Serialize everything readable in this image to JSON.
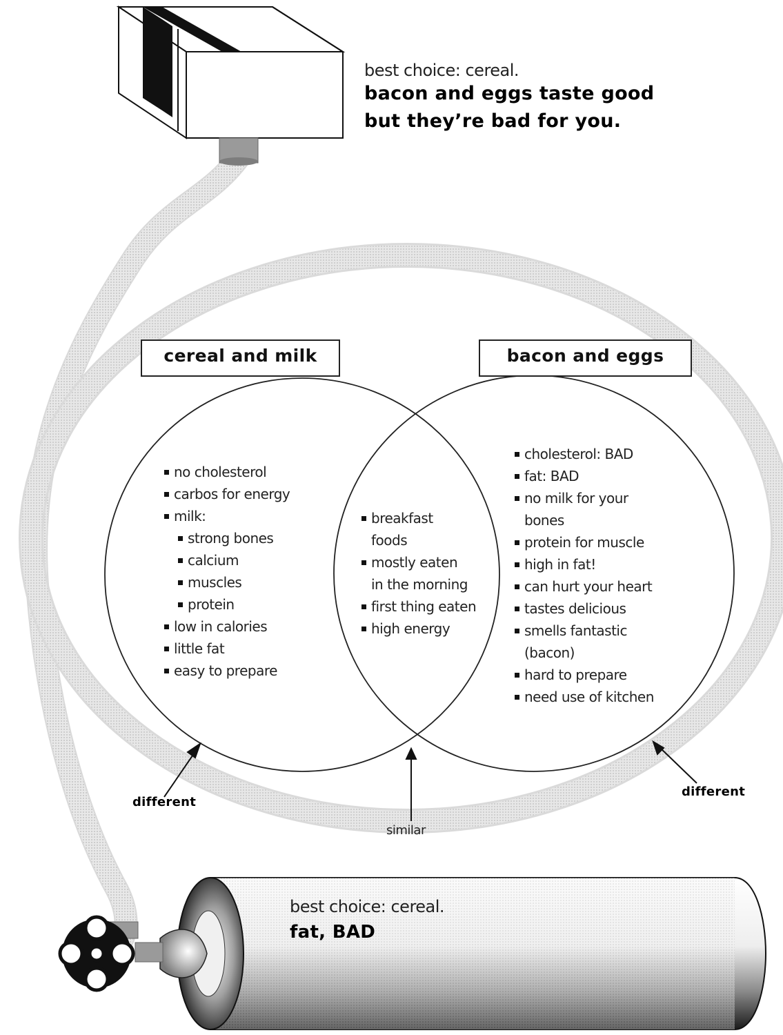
{
  "top_note": {
    "line1": "best choice: cereal.",
    "line2": "bacon and eggs taste good",
    "line3": "but they’re bad for you."
  },
  "venn": {
    "left_title": "cereal and milk",
    "right_title": "bacon and eggs",
    "left_items": [
      {
        "text": "no cholesterol",
        "level": 0
      },
      {
        "text": "carbos for energy",
        "level": 0
      },
      {
        "text": "milk:",
        "level": 0
      },
      {
        "text": "strong bones",
        "level": 1
      },
      {
        "text": "calcium",
        "level": 1
      },
      {
        "text": "muscles",
        "level": 1
      },
      {
        "text": "protein",
        "level": 1
      },
      {
        "text": "low in calories",
        "level": 0
      },
      {
        "text": "little fat",
        "level": 0
      },
      {
        "text": "easy to prepare",
        "level": 0
      }
    ],
    "middle_items": [
      {
        "text": "breakfast",
        "cont": false
      },
      {
        "text": "foods",
        "cont": true
      },
      {
        "text": "mostly eaten",
        "cont": false
      },
      {
        "text": "in the morning",
        "cont": true
      },
      {
        "text": "first thing eaten",
        "cont": false
      },
      {
        "text": "high energy",
        "cont": false
      }
    ],
    "right_items": [
      {
        "text": "cholesterol: BAD",
        "cont": false
      },
      {
        "text": "fat: BAD",
        "cont": false
      },
      {
        "text": "no milk for your",
        "cont": false
      },
      {
        "text": "bones",
        "cont": true
      },
      {
        "text": "protein for muscle",
        "cont": false
      },
      {
        "text": "high in fat!",
        "cont": false
      },
      {
        "text": "can hurt your heart",
        "cont": false
      },
      {
        "text": "tastes delicious",
        "cont": false
      },
      {
        "text": "smells fantastic",
        "cont": false
      },
      {
        "text": "(bacon)",
        "cont": true
      },
      {
        "text": "hard to prepare",
        "cont": false
      },
      {
        "text": "need use of kitchen",
        "cont": false
      }
    ],
    "label_left": "different",
    "label_middle": "similar",
    "label_right": "different"
  },
  "bottom_note": {
    "line1": "best choice: cereal.",
    "line2": "fat, BAD"
  },
  "colors": {
    "pipe": "#d6d6d6",
    "outline": "#222222"
  }
}
